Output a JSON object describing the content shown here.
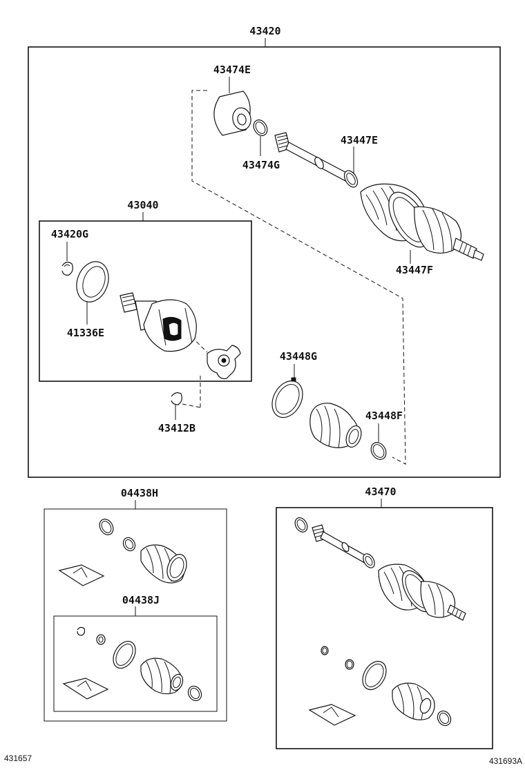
{
  "labels": {
    "assembly_main": "43420",
    "boot_kit_outer": "43474E",
    "clamp_outer_small": "43474G",
    "clamp_shaft": "43447E",
    "clamp_outer_large": "43447F",
    "inboard_joint": "43040",
    "snap_ring": "43420G",
    "dust_seal": "41336E",
    "clamp_inner_large": "43448G",
    "snap_ring_2": "43412B",
    "clamp_inner_small": "43448F",
    "boot_kit_outboard": "04438H",
    "boot_kit_inboard": "04438J",
    "shaft_assembly": "43470"
  },
  "figure_refs": {
    "left": "431657",
    "right": "431693A"
  }
}
